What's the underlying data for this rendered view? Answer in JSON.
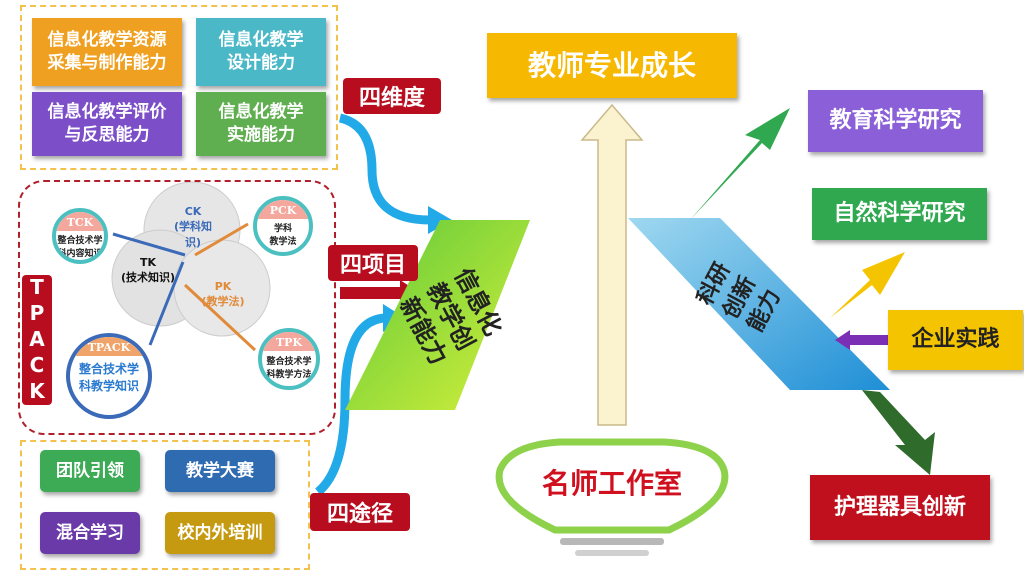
{
  "dimensions": {
    "label": "四维度",
    "items": [
      {
        "text": "信息化教学资源\n采集与制作能力",
        "color": "#f0a020"
      },
      {
        "text": "信息化教学\n设计能力",
        "color": "#4bb8c8"
      },
      {
        "text": "信息化教学评价\n与反思能力",
        "color": "#7c4fc8"
      },
      {
        "text": "信息化教学\n实施能力",
        "color": "#5fae50"
      }
    ]
  },
  "projects": {
    "label": "四项目",
    "tpack_label": "TPACK",
    "ck": "CK",
    "ck_sub": "(学科知识)",
    "tk": "TK",
    "tk_sub": "(技术知识)",
    "pk": "PK",
    "pk_sub": "(教学法)",
    "tck": {
      "cap": "TCK",
      "text": "整合技术学\n科内容知识"
    },
    "pck": {
      "cap": "PCK",
      "text": "学科\n教学法"
    },
    "tpk": {
      "cap": "TPK",
      "text": "整合技术学\n科教学方法"
    },
    "tpack": {
      "cap": "TPACK",
      "text": "整合技术学\n科教学知识"
    }
  },
  "paths": {
    "label": "四途径",
    "items": [
      {
        "text": "团队引领",
        "color": "#3daa55"
      },
      {
        "text": "教学大赛",
        "color": "#2e6bb0"
      },
      {
        "text": "混合学习",
        "color": "#6a3aa8"
      },
      {
        "text": "校内外培训",
        "color": "#c59a10"
      }
    ]
  },
  "center": {
    "info_ability": "信息化\n教学创\n新能力",
    "growth": "教师专业成长",
    "studio": "名师工作室",
    "research_ability": "科研\n创新\n能力"
  },
  "research": [
    {
      "text": "教育科学研究",
      "color": "#8b5fd8"
    },
    {
      "text": "自然科学研究",
      "color": "#2fa84f"
    },
    {
      "text": "企业实践",
      "color": "#f5c400"
    },
    {
      "text": "护理器具创新",
      "color": "#c0101e"
    }
  ]
}
